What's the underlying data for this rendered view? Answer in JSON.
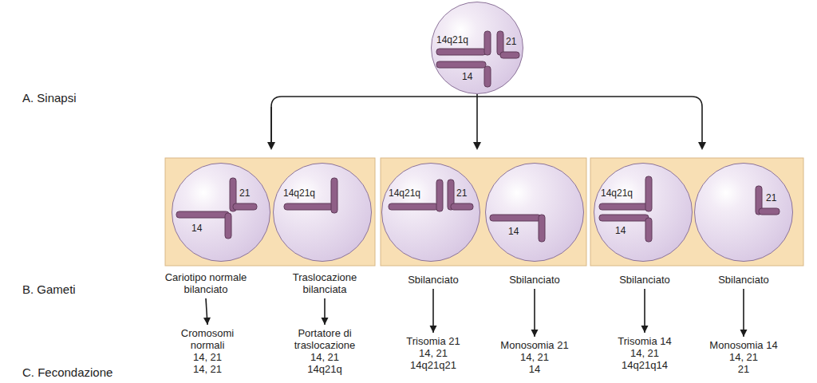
{
  "diagram": {
    "nodes": [
      {
        "text": [
          "14q21q",
          "21",
          "14"
        ]
      },
      {
        "text": [
          "21",
          "14"
        ]
      },
      {
        "text": [
          "14q21q"
        ]
      },
      {
        "text": [
          "14q21q",
          "21"
        ]
      },
      {
        "text": [
          "14"
        ]
      },
      {
        "text": [
          "14q21q",
          "14"
        ]
      },
      {
        "text": [
          "21"
        ]
      },
      {
        "text": [
          "Cariotipo normale bilanciato"
        ]
      },
      {
        "text": [
          "Traslocazione bilanciata"
        ]
      },
      {
        "text": [
          "Sbilanciato"
        ]
      },
      {
        "text": [
          "Sbilanciato"
        ]
      },
      {
        "text": [
          "Sbilanciato"
        ]
      },
      {
        "text": [
          "Sbilanciato"
        ]
      },
      {
        "text": [
          "Cromosomi normali",
          "14, 21",
          "14, 21"
        ]
      },
      {
        "text": [
          "Portatore di traslocazione",
          "14, 21",
          "14q21q"
        ]
      },
      {
        "text": [
          "Trisomia 21",
          "14, 21",
          "14q21q21"
        ]
      },
      {
        "text": [
          "Monosomia 21",
          "14, 21",
          "14"
        ]
      },
      {
        "text": [
          "Trisomia 14",
          "14, 21",
          "14q21q14"
        ]
      },
      {
        "text": [
          "Monosomia 14",
          "14, 21",
          "21"
        ]
      }
    ],
    "edges": [
      {
        "from": 7,
        "to": 13,
        "arrow": "to"
      },
      {
        "from": 8,
        "to": 14,
        "arrow": "to"
      },
      {
        "from": 9,
        "to": 15,
        "arrow": "to"
      },
      {
        "from": 10,
        "to": 16,
        "arrow": "to"
      },
      {
        "from": 11,
        "to": 17,
        "arrow": "to"
      },
      {
        "from": 12,
        "to": 18,
        "arrow": "to"
      }
    ],
    "labels": [
      "A. Sinapsi",
      "B. Gameti",
      "C. Fecondazione"
    ]
  }
}
